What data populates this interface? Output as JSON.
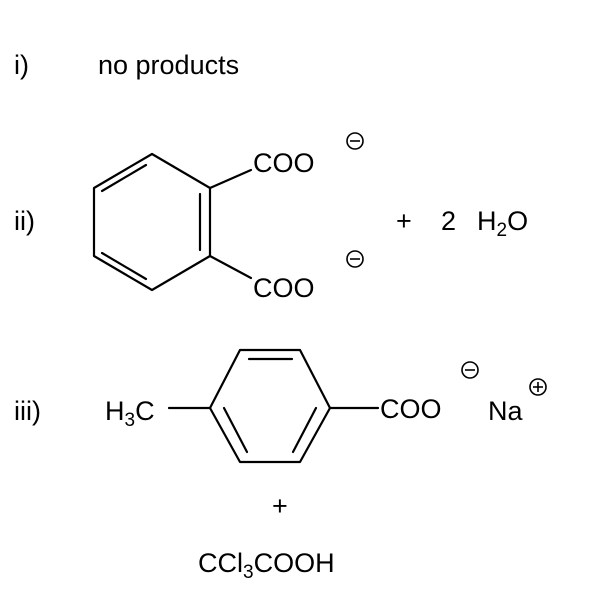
{
  "items": [
    {
      "label": "i)",
      "text": "no products"
    },
    {
      "label": "ii)",
      "group_top": "COO",
      "group_bottom": "COO",
      "plus": "+",
      "coef": "2",
      "water_h": "H",
      "water_sub": "2",
      "water_o": "O"
    },
    {
      "label": "iii)",
      "methyl_h": "H",
      "methyl_sub": "3",
      "methyl_c": "C",
      "group": "COO",
      "counter_ion": "Na",
      "plus": "+",
      "acid_a": "CCl",
      "acid_sub": "3",
      "acid_b": "COOH"
    }
  ],
  "charges": {
    "negative": "negative-charge",
    "positive": "positive-charge"
  }
}
